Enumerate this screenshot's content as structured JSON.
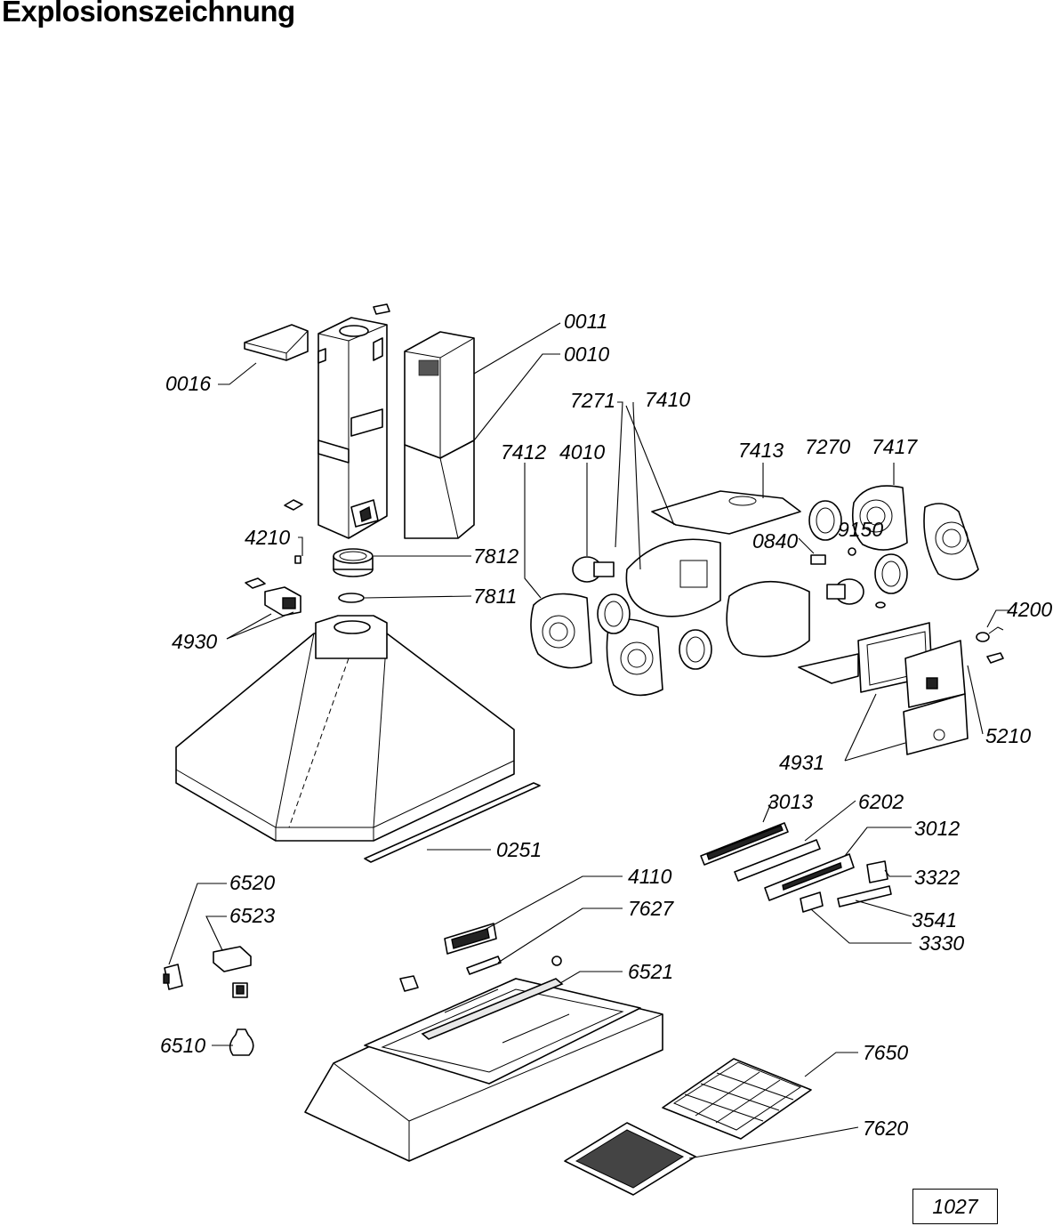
{
  "title": "Explosionszeichnung",
  "page_number": "1027",
  "part_labels": {
    "p0016": "0016",
    "p0011": "0011",
    "p0010": "0010",
    "p7271": "7271",
    "p7410": "7410",
    "p7412": "7412",
    "p4010": "4010",
    "p7413": "7413",
    "p7270": "7270",
    "p7417": "7417",
    "p0840": "0840",
    "p9150": "9150",
    "p4210": "4210",
    "p7812": "7812",
    "p7811": "7811",
    "p4930": "4930",
    "p4200": "4200",
    "p5210": "5210",
    "p4931": "4931",
    "p3013": "3013",
    "p6202": "6202",
    "p3012": "3012",
    "p3322": "3322",
    "p3541": "3541",
    "p3330": "3330",
    "p0251": "0251",
    "p6520": "6520",
    "p6523": "6523",
    "p6510": "6510",
    "p4110": "4110",
    "p7627": "7627",
    "p6521": "6521",
    "p7650": "7650",
    "p7620": "7620"
  }
}
